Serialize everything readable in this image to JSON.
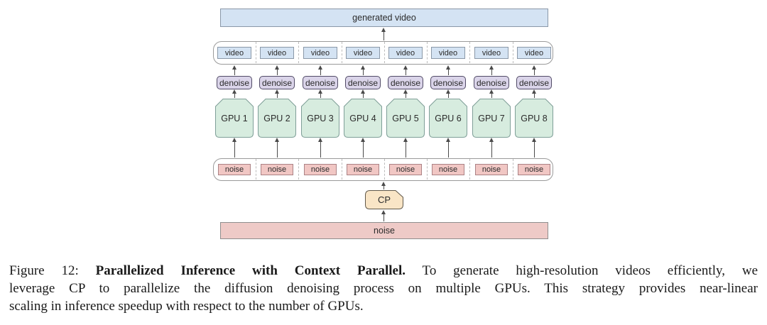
{
  "diagram": {
    "generated_video_label": "generated video",
    "cp_label": "CP",
    "noise_bar_label": "noise",
    "columns": [
      {
        "video": "video",
        "denoise": "denoise",
        "gpu": "GPU 1",
        "noise": "noise"
      },
      {
        "video": "video",
        "denoise": "denoise",
        "gpu": "GPU 2",
        "noise": "noise"
      },
      {
        "video": "video",
        "denoise": "denoise",
        "gpu": "GPU 3",
        "noise": "noise"
      },
      {
        "video": "video",
        "denoise": "denoise",
        "gpu": "GPU 4",
        "noise": "noise"
      },
      {
        "video": "video",
        "denoise": "denoise",
        "gpu": "GPU 5",
        "noise": "noise"
      },
      {
        "video": "video",
        "denoise": "denoise",
        "gpu": "GPU 6",
        "noise": "noise"
      },
      {
        "video": "video",
        "denoise": "denoise",
        "gpu": "GPU 7",
        "noise": "noise"
      },
      {
        "video": "video",
        "denoise": "denoise",
        "gpu": "GPU 8",
        "noise": "noise"
      }
    ],
    "colors": {
      "video_fill": "#d4e3f3",
      "video_border": "#8a98a8",
      "denoise_fill": "#dad4e9",
      "denoise_border": "#514b66",
      "gpu_fill": "#d7ecdf",
      "gpu_border": "#7f9f98",
      "noise_fill": "#f1c7c4",
      "noise_border": "#ab8285",
      "noise_bar_fill": "#eecac7",
      "cp_fill": "#f9e5c6",
      "container_border": "#9a9a9a",
      "arrow": "#4a4a4a"
    }
  },
  "caption": {
    "line1_prefix": "Figure 12: ",
    "line1_bold": "Parallelized Inference with Context Parallel.",
    "line1_rest": " To generate high-resolution videos efficiently, we",
    "line2": "leverage CP to parallelize the diffusion denoising process on multiple GPUs. This strategy provides near-linear",
    "line3": "scaling in inference speedup with respect to the number of GPUs."
  }
}
